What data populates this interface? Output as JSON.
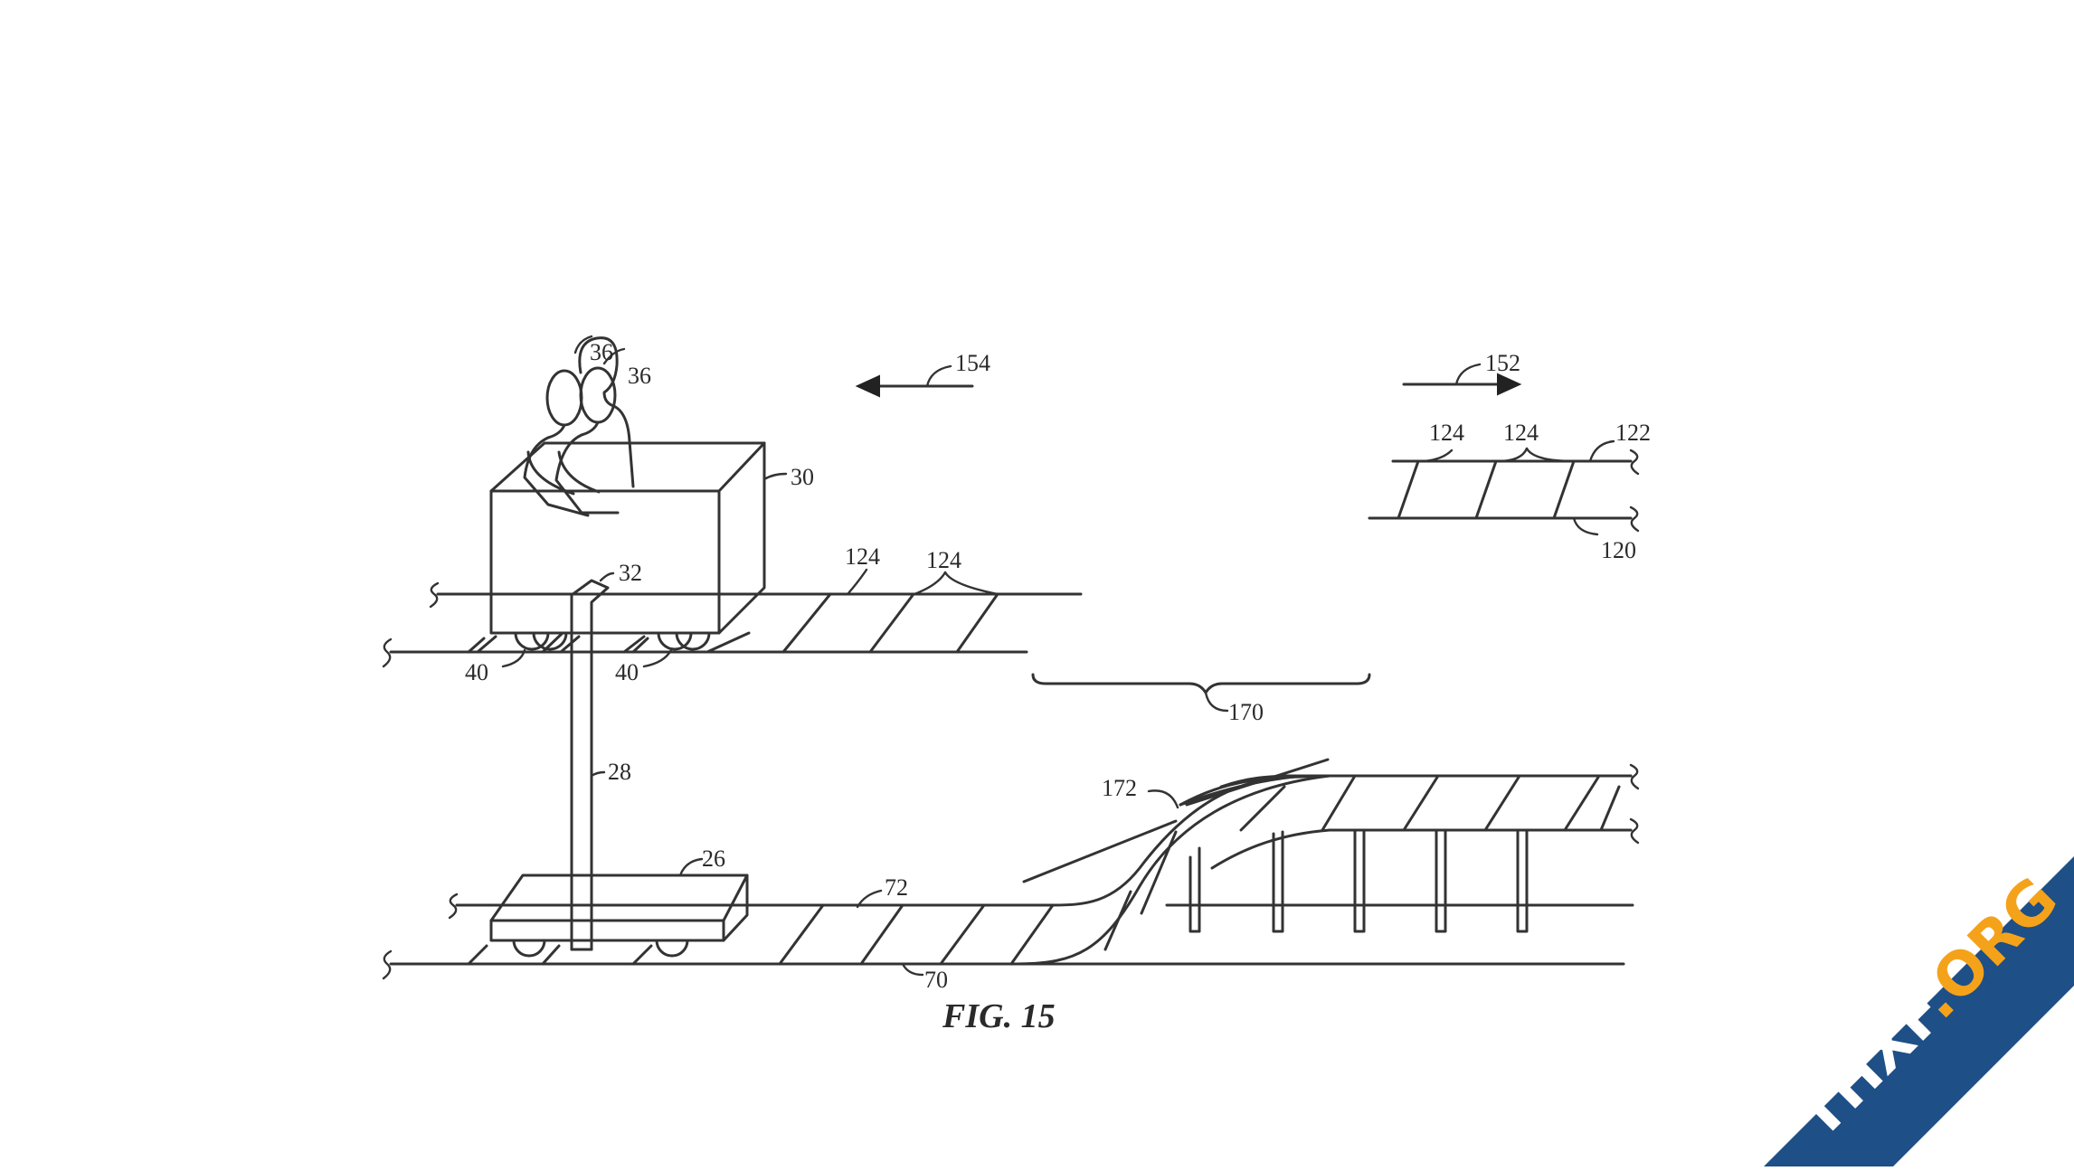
{
  "figure": {
    "caption": "FIG. 15",
    "labels": {
      "rider_a": "36",
      "rider_b": "36",
      "vehicle": "30",
      "arm_top": "32",
      "arm": "28",
      "base": "26",
      "wheel_left": "40",
      "wheel_right": "40",
      "direction_left": "154",
      "direction_right": "152",
      "tie_upper_a": "124",
      "tie_upper_b": "124",
      "inset_tie_a": "124",
      "inset_tie_b": "124",
      "inset_rail_top": "122",
      "inset_rail_bottom": "120",
      "gap": "170",
      "transition": "172",
      "lower_tie": "72",
      "lower_rail": "70"
    }
  },
  "watermark": {
    "text": "THXF.ORG",
    "band_color": "#1e4f86",
    "accent_color": "#f5a21b",
    "text_color": "#ffffff"
  }
}
